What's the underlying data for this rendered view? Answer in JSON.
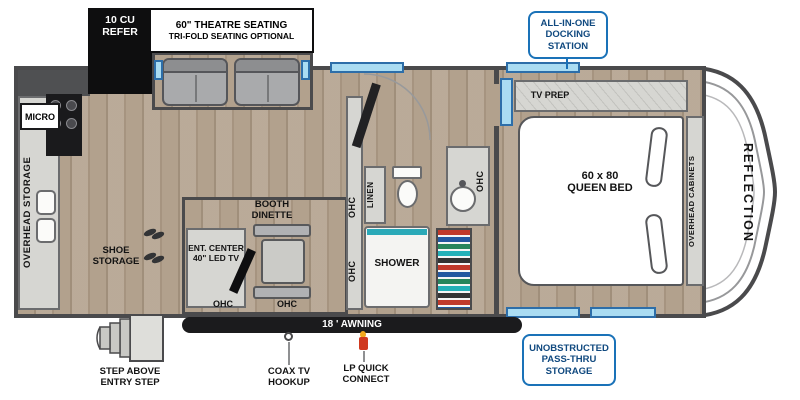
{
  "colors": {
    "accent_blue": "#1a72b8",
    "accent_blue_text": "#10497f",
    "window_blue": "#aadcf2",
    "shower_teal": "#2aa9b8",
    "floor_wood": "#b2a18d",
    "wall_gray": "#4a4a4c"
  },
  "labels": {
    "refer": "10 CU\nREFER",
    "theatre_line1": "60\" THEATRE SEATING",
    "theatre_line2": "TRI-FOLD SEATING OPTIONAL",
    "docking": "ALL-IN-ONE\nDOCKING\nSTATION",
    "micro": "MICRO",
    "overhead_storage": "OVERHEAD STORAGE",
    "shoe_storage": "SHOE\nSTORAGE",
    "ent_center": "ENT. CENTER\n40\" LED TV",
    "booth_dinette": "BOOTH\nDINETTE",
    "ohc": "OHC",
    "linen": "LINEN",
    "shower": "SHOWER",
    "tv_prep": "TV PREP",
    "queen_bed": "60 x 80\nQUEEN BED",
    "overhead_cabinets": "OVERHEAD CABINETS",
    "brand": "REFLECTION",
    "awning": "18 ' AWNING",
    "entry_step": "STEP ABOVE\nENTRY STEP",
    "coax": "COAX TV\nHOOKUP",
    "lp": "LP QUICK\nCONNECT",
    "passthru": "UNOBSTRUCTED\nPASS-THRU\nSTORAGE"
  }
}
